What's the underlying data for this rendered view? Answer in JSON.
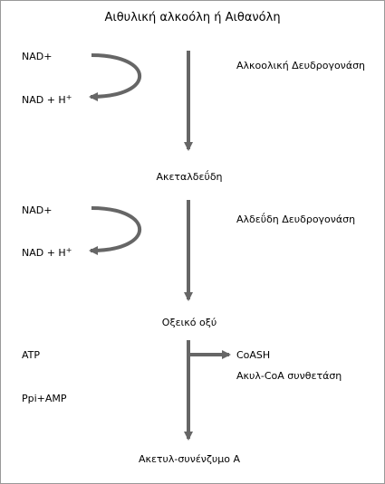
{
  "title": "Αιθυλική αλκοόλη ή Αιθανόλη",
  "arrow_color": "#666666",
  "steps": [
    {
      "cofactor_in": "NAD+",
      "cofactor_out_base": "NAD + H",
      "cofactor_out_sup": "+",
      "enzyme": "Αλκοολική Δευδρογονάση",
      "product": "Ακεταλδεΰδη"
    },
    {
      "cofactor_in": "NAD+",
      "cofactor_out_base": "NAD + H",
      "cofactor_out_sup": "+",
      "enzyme": "Αλδεΰδη Δευδρογονάση",
      "product": "Οξεικό οξύ"
    },
    {
      "cofactor_in": "ATP",
      "cofactor_out": "Ppi+AMP",
      "side_product": "CoASH",
      "enzyme": "Ακυλ-CoA συνθετάση",
      "product": "Ακετυλ-συνένζυμο Α"
    }
  ]
}
